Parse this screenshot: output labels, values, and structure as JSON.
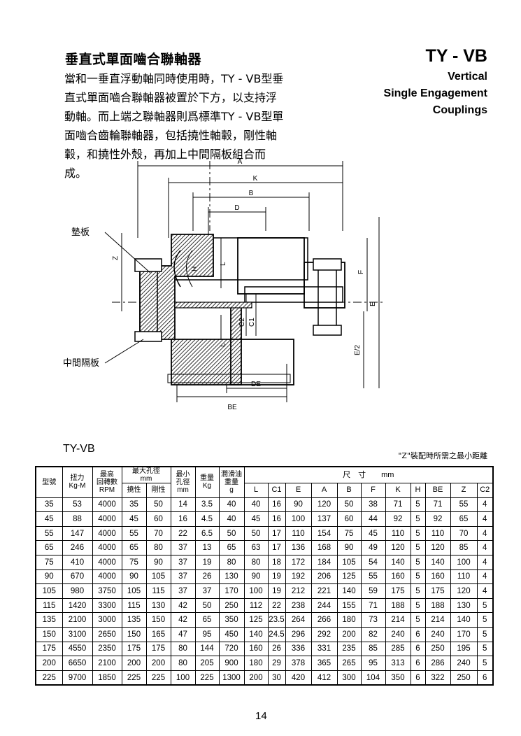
{
  "header": {
    "title_cn": "垂直式單面嚙合聯軸器",
    "code": "TY - VB",
    "title_en": [
      "Vertical",
      "Single Engagement",
      "Couplings"
    ]
  },
  "description": [
    "當和一垂直浮動軸同時使用時，TY - VB型垂",
    "直式單面嚙合聯軸器被置於下方，以支持浮",
    "動軸。而上端之聯軸器則爲標準TY - VB型單",
    "面嚙合齒輪聯軸器，包括撓性軸轂，剛性軸",
    "轂，和撓性外殼，再加上中間隔板組合而",
    "成。"
  ],
  "diagram": {
    "callouts": {
      "shim": "墊板",
      "spacer": "中間隔板"
    },
    "dims": {
      "A": "A",
      "K": "K",
      "B": "B",
      "D": "D",
      "Z": "Z",
      "H": "H",
      "L_top": "L",
      "L_bot": "L",
      "F": "F",
      "E": "E",
      "E2": "E/2",
      "C2": "C2",
      "C1": "C1",
      "DE": "DE",
      "BE": "BE"
    }
  },
  "table": {
    "code": "TY-VB",
    "note": "\"Z\"裝配時所需之最小距離",
    "headers": {
      "model": "型號",
      "torque": [
        "扭力",
        "Kg-M"
      ],
      "max_speed": [
        "最高",
        "回轉數",
        "RPM"
      ],
      "max_bore": [
        "最大孔徑",
        "mm"
      ],
      "flex": "撓性",
      "rigid": "剛性",
      "min_bore": [
        "最小",
        "孔徑",
        "mm"
      ],
      "weight": [
        "重量",
        "Kg"
      ],
      "lube": [
        "潤滑油",
        "重量",
        "g"
      ],
      "dims": "尺　寸　　mm",
      "dim_cols": [
        "L",
        "C1",
        "E",
        "A",
        "B",
        "F",
        "K",
        "H",
        "BE",
        "Z",
        "C2"
      ]
    },
    "rows": [
      [
        "35",
        "53",
        "4000",
        "35",
        "50",
        "14",
        "3.5",
        "40",
        "40",
        "16",
        "90",
        "120",
        "50",
        "38",
        "71",
        "5",
        "71",
        "55",
        "4"
      ],
      [
        "45",
        "88",
        "4000",
        "45",
        "60",
        "16",
        "4.5",
        "40",
        "45",
        "16",
        "100",
        "137",
        "60",
        "44",
        "92",
        "5",
        "92",
        "65",
        "4"
      ],
      [
        "55",
        "147",
        "4000",
        "55",
        "70",
        "22",
        "6.5",
        "50",
        "50",
        "17",
        "110",
        "154",
        "75",
        "45",
        "110",
        "5",
        "110",
        "70",
        "4"
      ],
      [
        "65",
        "246",
        "4000",
        "65",
        "80",
        "37",
        "13",
        "65",
        "63",
        "17",
        "136",
        "168",
        "90",
        "49",
        "120",
        "5",
        "120",
        "85",
        "4"
      ],
      [
        "75",
        "410",
        "4000",
        "75",
        "90",
        "37",
        "19",
        "80",
        "80",
        "18",
        "172",
        "184",
        "105",
        "54",
        "140",
        "5",
        "140",
        "100",
        "4"
      ],
      [
        "90",
        "670",
        "4000",
        "90",
        "105",
        "37",
        "26",
        "130",
        "90",
        "19",
        "192",
        "206",
        "125",
        "55",
        "160",
        "5",
        "160",
        "110",
        "4"
      ],
      [
        "105",
        "980",
        "3750",
        "105",
        "115",
        "37",
        "37",
        "170",
        "100",
        "19",
        "212",
        "221",
        "140",
        "59",
        "175",
        "5",
        "175",
        "120",
        "4"
      ],
      [
        "115",
        "1420",
        "3300",
        "115",
        "130",
        "42",
        "50",
        "250",
        "112",
        "22",
        "238",
        "244",
        "155",
        "71",
        "188",
        "5",
        "188",
        "130",
        "5"
      ],
      [
        "135",
        "2100",
        "3000",
        "135",
        "150",
        "42",
        "65",
        "350",
        "125",
        "23.5",
        "264",
        "266",
        "180",
        "73",
        "214",
        "5",
        "214",
        "140",
        "5"
      ],
      [
        "150",
        "3100",
        "2650",
        "150",
        "165",
        "47",
        "95",
        "450",
        "140",
        "24.5",
        "296",
        "292",
        "200",
        "82",
        "240",
        "6",
        "240",
        "170",
        "5"
      ],
      [
        "175",
        "4550",
        "2350",
        "175",
        "175",
        "80",
        "144",
        "720",
        "160",
        "26",
        "336",
        "331",
        "235",
        "85",
        "285",
        "6",
        "250",
        "195",
        "5"
      ],
      [
        "200",
        "6650",
        "2100",
        "200",
        "200",
        "80",
        "205",
        "900",
        "180",
        "29",
        "378",
        "365",
        "265",
        "95",
        "313",
        "6",
        "286",
        "240",
        "5"
      ],
      [
        "225",
        "9700",
        "1850",
        "225",
        "225",
        "100",
        "225",
        "1300",
        "200",
        "30",
        "420",
        "412",
        "300",
        "104",
        "350",
        "6",
        "322",
        "250",
        "6"
      ]
    ]
  },
  "page_number": "14"
}
